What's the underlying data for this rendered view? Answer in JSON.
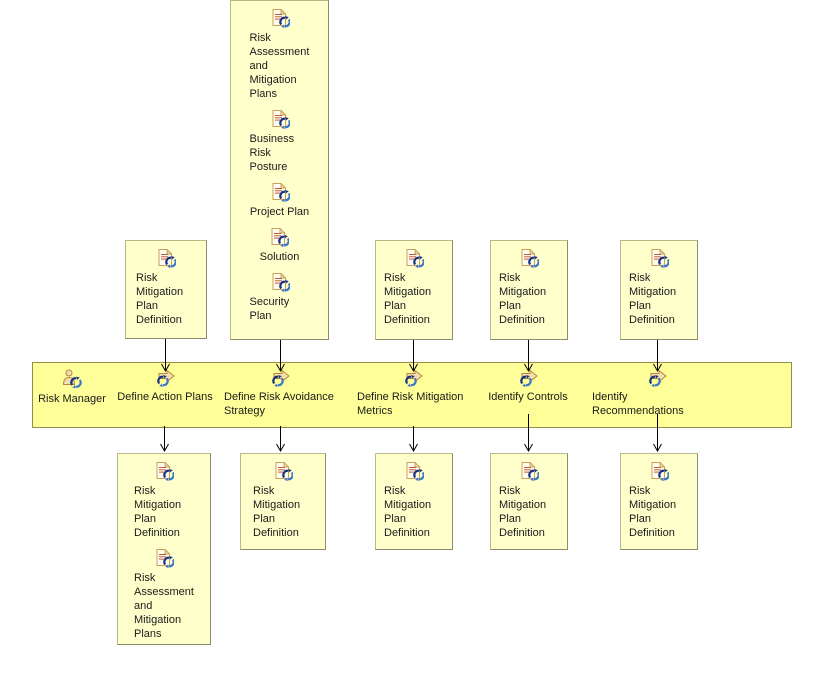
{
  "colors": {
    "band_fill": "#ffff99",
    "band_border": "#8f8f4b",
    "artifact_box_fill": "#ffffcc",
    "artifact_box_border": "#8c8c6a",
    "icon_tan": "#f2dfae",
    "icon_tan_outline": "#b9843c",
    "icon_blue_dark": "#16337f",
    "icon_blue_light": "#3c78c8",
    "connector": "#000000"
  },
  "band": {
    "role": {
      "label": "Risk Manager"
    },
    "tasks": [
      {
        "label": "Define Action Plans"
      },
      {
        "label": "Define Risk Avoidance Strategy"
      },
      {
        "label": "Define Risk Mitigation Metrics"
      },
      {
        "label": "Identify Controls"
      },
      {
        "label": "Identify Recommendations"
      }
    ]
  },
  "input_boxes": [
    {
      "items": [
        "Risk Mitigation Plan Definition"
      ]
    },
    {
      "items": [
        "Risk Assessment and Mitigation Plans",
        "Business Risk Posture",
        "Project Plan",
        "Solution",
        "Security Plan"
      ]
    },
    {
      "items": [
        "Risk Mitigation Plan Definition"
      ]
    },
    {
      "items": [
        "Risk Mitigation Plan Definition"
      ]
    },
    {
      "items": [
        "Risk Mitigation Plan Definition"
      ]
    }
  ],
  "output_boxes": [
    {
      "items": [
        "Risk Mitigation Plan Definition",
        "Risk Assessment and Mitigation Plans"
      ]
    },
    {
      "items": [
        "Risk Mitigation Plan Definition"
      ]
    },
    {
      "items": [
        "Risk Mitigation Plan Definition"
      ]
    },
    {
      "items": [
        "Risk Mitigation Plan Definition"
      ]
    },
    {
      "items": [
        "Risk Mitigation Plan Definition"
      ]
    }
  ]
}
